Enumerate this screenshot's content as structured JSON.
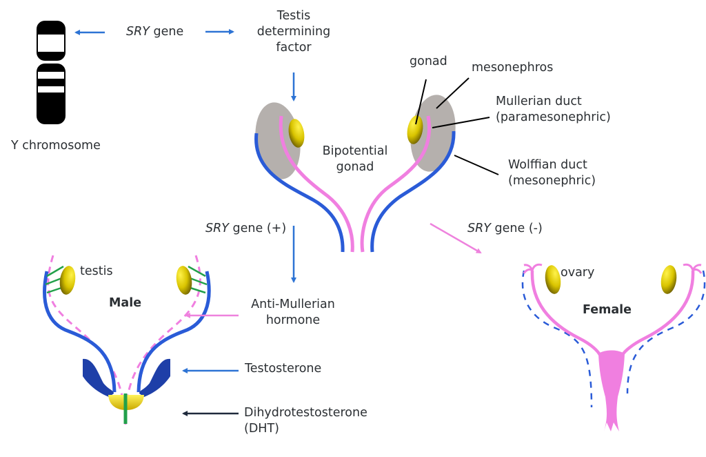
{
  "colors": {
    "wolffian": "#2a5bd7",
    "mullerian": "#f07fe0",
    "mesonephros": "#b5b0ad",
    "gonad": "#d9c400",
    "arrow_blue": "#2d73d4",
    "arrow_pink": "#ee82dd",
    "arrow_dark": "#1f2a3c",
    "green": "#22a04a",
    "seminal": "#1e3fa8",
    "text": "#2b2f33"
  },
  "labels": {
    "y_chromosome": "Y chromosome",
    "sry_gene_italic": "SRY",
    "sry_gene_rest": " gene",
    "tdf_line1": "Testis",
    "tdf_line2": "determining",
    "tdf_line3": "factor",
    "gonad": "gonad",
    "mesonephros": "mesonephros",
    "mullerian_line1": "Mullerian duct",
    "mullerian_line2": "(paramesonephric)",
    "wolffian_line1": "Wolffian duct",
    "wolffian_line2": "(mesonephric)",
    "bipotential_line1": "Bipotential",
    "bipotential_line2": "gonad",
    "sry_plus_italic": "SRY",
    "sry_plus_rest": " gene (+)",
    "sry_minus_italic": "SRY",
    "sry_minus_rest": " gene (-)",
    "testis": "testis",
    "male": "Male",
    "amh_line1": "Anti-Mullerian",
    "amh_line2": "hormone",
    "testosterone": "Testosterone",
    "dht_line1": "Dihydrotestosterone",
    "dht_line2": "(DHT)",
    "ovary": "ovary",
    "female": "Female"
  }
}
